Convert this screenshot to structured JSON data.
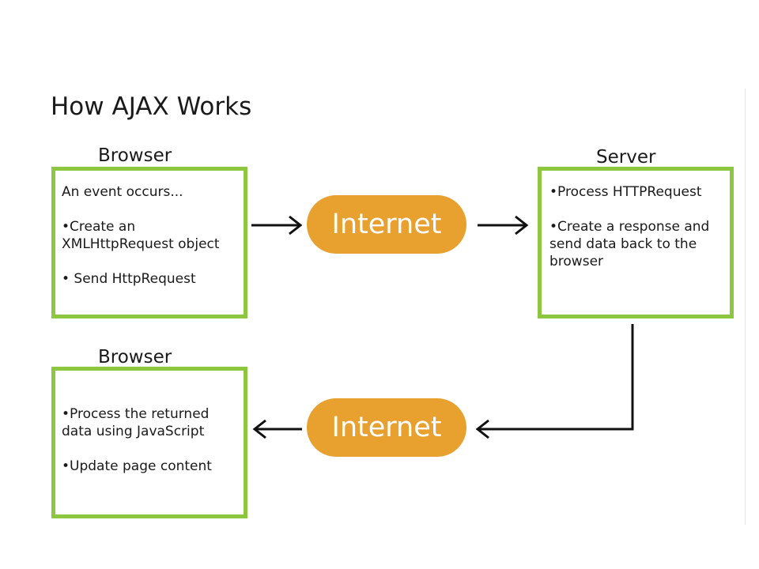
{
  "title": "How AJAX Works",
  "colors": {
    "box_border": "#8dc63f",
    "internet_pill": "#e8a12f",
    "arrow": "#111111"
  },
  "browser_request": {
    "label": "Browser",
    "lines": [
      "An event occurs...",
      "",
      "•Create an",
      "XMLHttpRequest object",
      "",
      "• Send HttpRequest"
    ]
  },
  "server": {
    "label": "Server",
    "lines": [
      "•Process HTTPRequest",
      "",
      "•Create a response and",
      "send data back to the",
      "browser"
    ]
  },
  "browser_response": {
    "label": "Browser",
    "lines": [
      "•Process the returned",
      "data using JavaScript",
      "",
      "•Update page content"
    ]
  },
  "internet_top": "Internet",
  "internet_bottom": "Internet"
}
